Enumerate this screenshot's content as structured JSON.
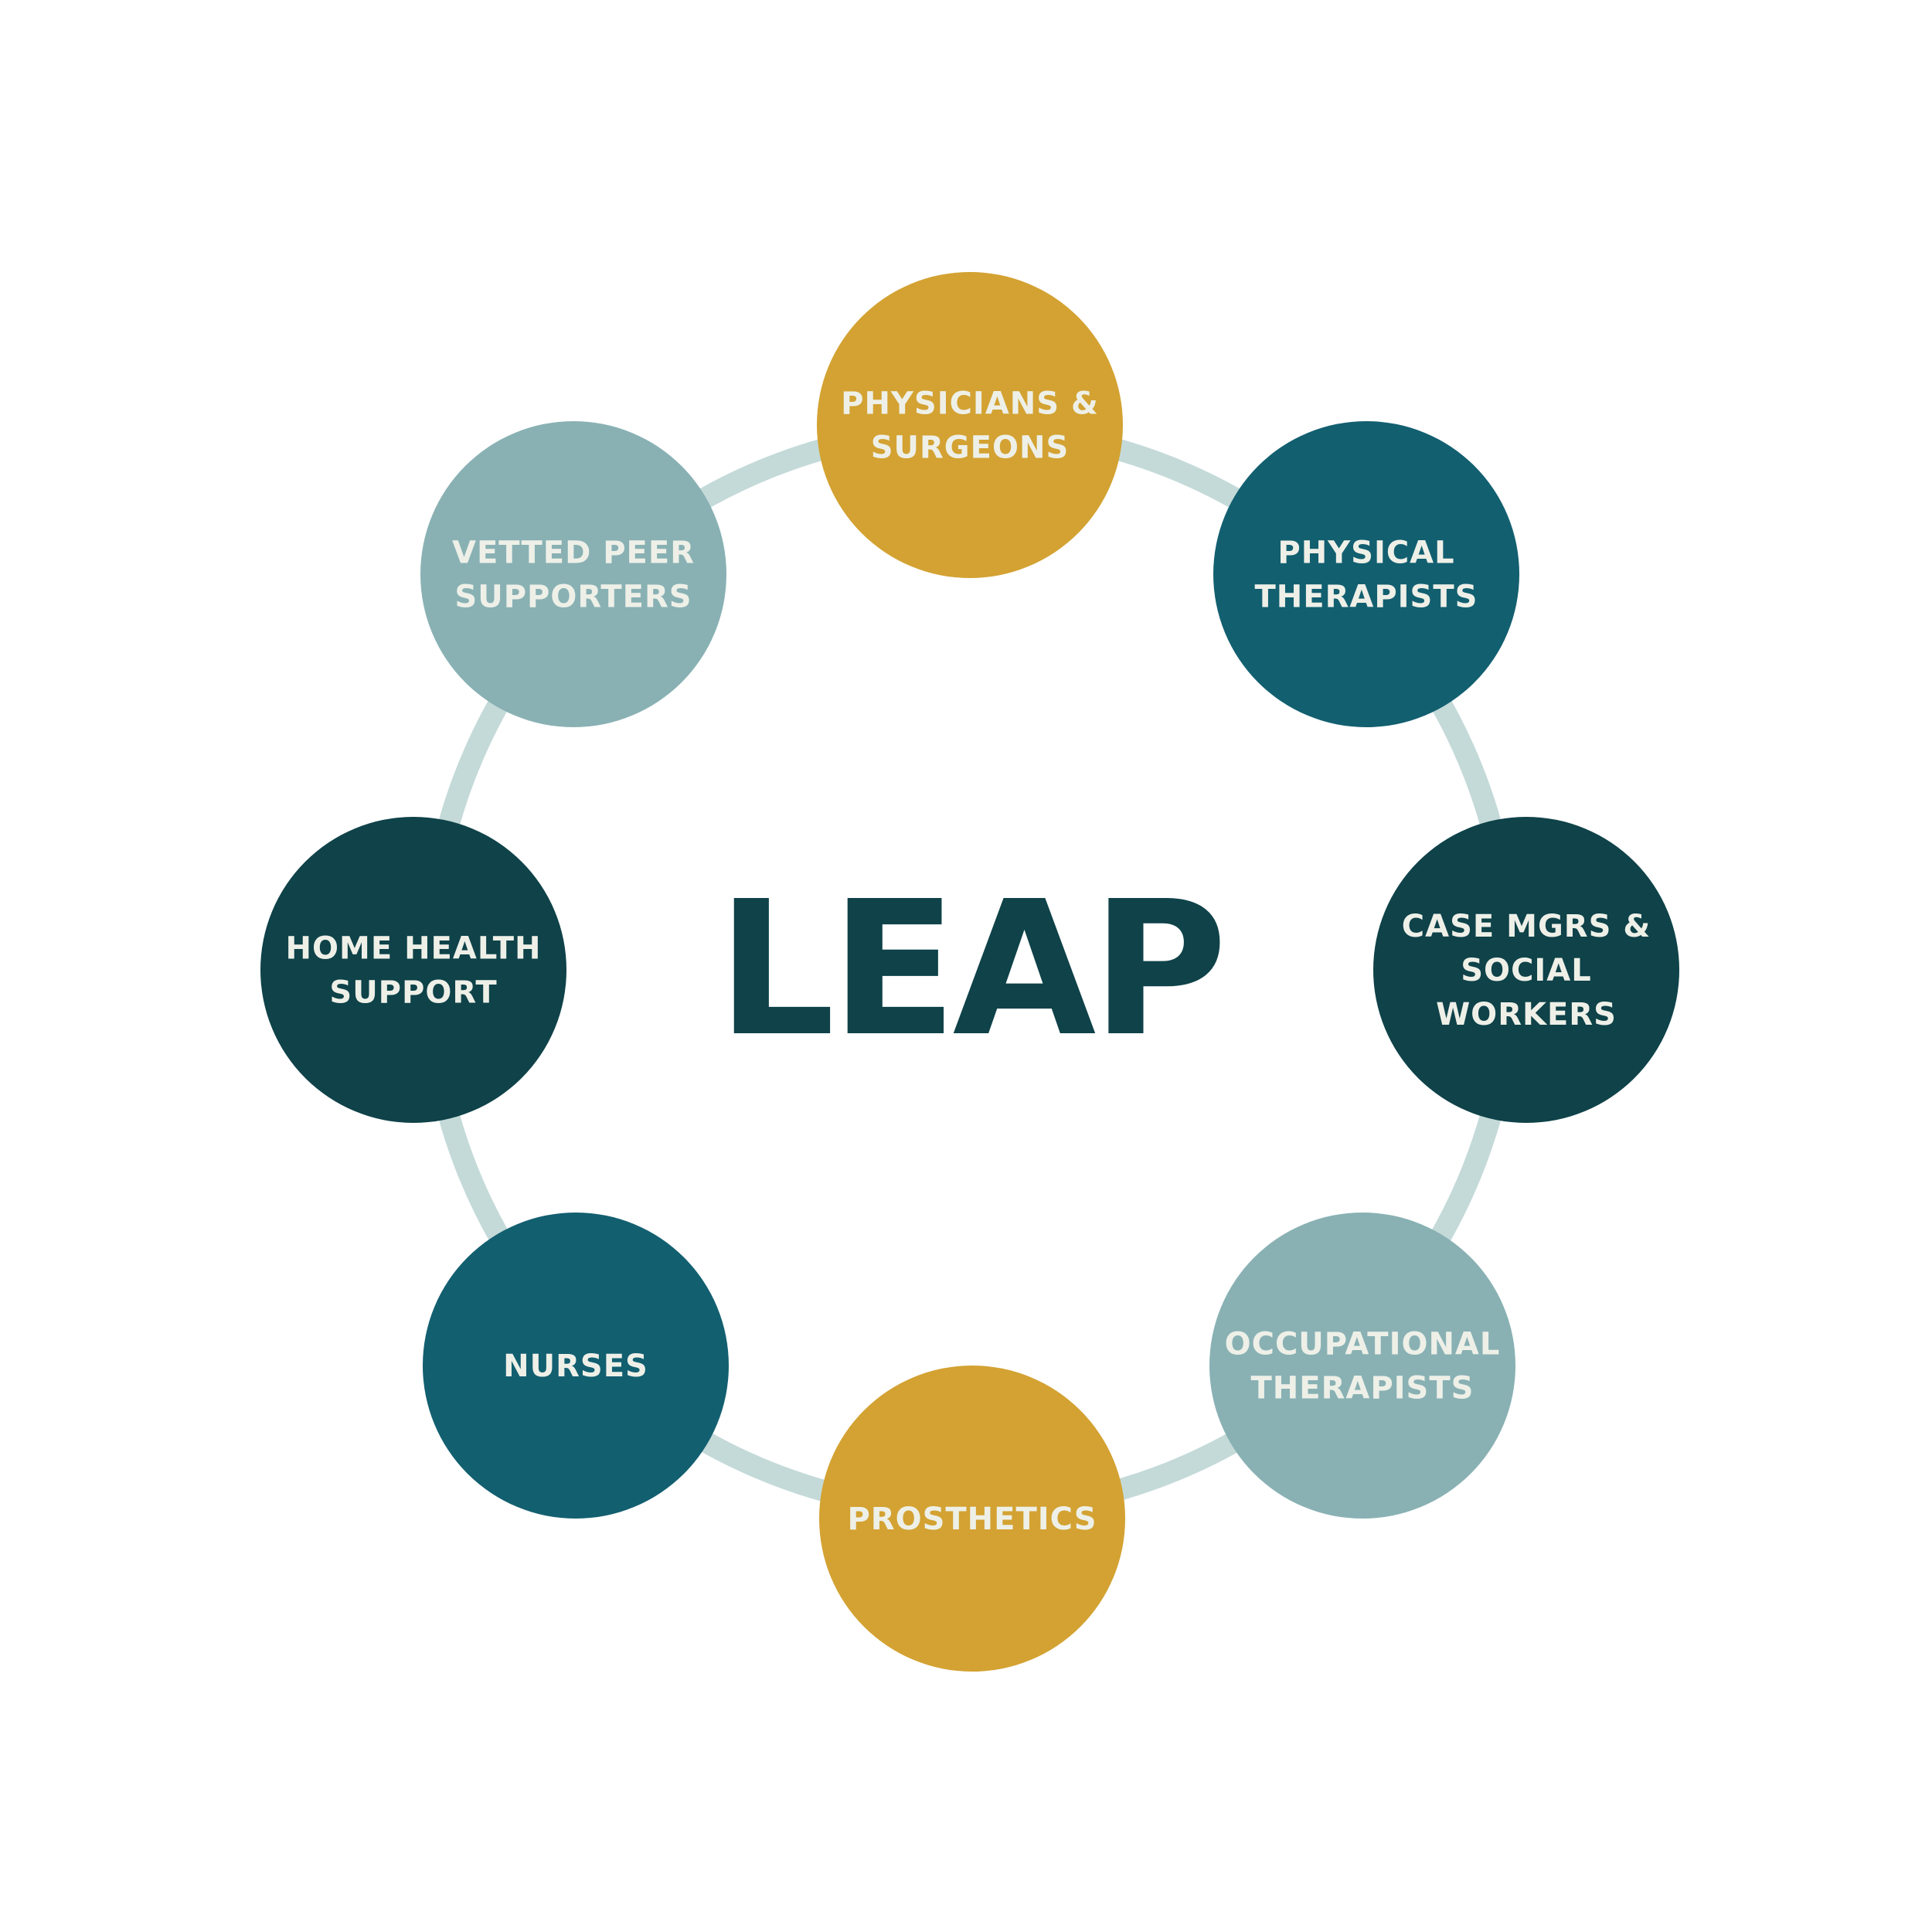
{
  "center": {
    "title": "LEAP",
    "color": "#0f4249"
  },
  "ring_color": "#c4dad9",
  "label_color": "#eef0e8",
  "colors": {
    "gold": "#d3a232",
    "teal": "#125f70",
    "dark": "#0f4249",
    "light": "#89b1b4"
  },
  "nodes": [
    {
      "id": "physicians-surgeons",
      "color": "gold",
      "lines": [
        "PHYSICIANS &",
        "SURGEONS"
      ]
    },
    {
      "id": "physical-therapists",
      "color": "teal",
      "lines": [
        "PHYSICAL",
        "THERAPISTS"
      ]
    },
    {
      "id": "case-mgrs-social-workers",
      "color": "dark",
      "lines": [
        "CASE MGRS &",
        "SOCIAL",
        "WORKERS"
      ]
    },
    {
      "id": "occupational-therapists",
      "color": "light",
      "lines": [
        "OCCUPATIONAL",
        "THERAPISTS"
      ]
    },
    {
      "id": "prosthetics",
      "color": "gold",
      "lines": [
        "PROSTHETICS"
      ]
    },
    {
      "id": "nurses",
      "color": "teal",
      "lines": [
        "NURSES"
      ]
    },
    {
      "id": "home-health-support",
      "color": "dark",
      "lines": [
        "HOME HEALTH",
        "SUPPORT"
      ]
    },
    {
      "id": "vetted-peer-supporters",
      "color": "light",
      "lines": [
        "VETTED PEER",
        "SUPPORTERS"
      ]
    }
  ]
}
